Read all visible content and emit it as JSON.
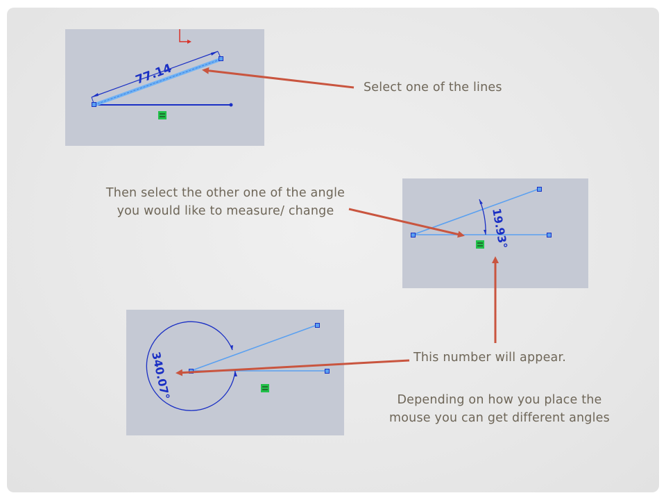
{
  "panels": {
    "line_length": {
      "dimension_value": "77.14"
    },
    "angle_small": {
      "dimension_value": "19.93°"
    },
    "angle_large": {
      "dimension_value": "340.07°"
    }
  },
  "captions": {
    "select_line": "Select one of the lines",
    "select_other_line1": "Then select the other one of the angle",
    "select_other_line2": "you would like to measure/ change",
    "number_appears": "This number will appear.",
    "depending_line1": "Depending on how you place the",
    "depending_line2": "mouse you can get different angles"
  },
  "colors": {
    "arrow": "#c9553f",
    "dimension": "#1a2fc4",
    "sketch_line": "#5aa0f0",
    "constraint_badge": "#22c04a",
    "panel_bg": "#c5c9d4",
    "caption_text": "#6e6658"
  }
}
